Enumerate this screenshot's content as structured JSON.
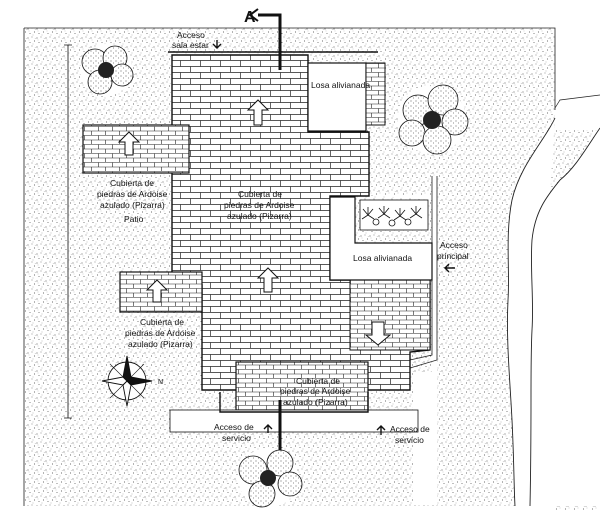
{
  "section_marker": "A",
  "labels": {
    "acceso_sala_line1": "Acceso",
    "acceso_sala_line2": "sala estar",
    "losa_top": "Losa alivianada",
    "losa_mid": "Losa alivianada",
    "acceso_principal_line1": "Acceso",
    "acceso_principal_line2": "principal",
    "patio": "Patio",
    "acceso_servicio_left_line1": "Acceso de",
    "acceso_servicio_left_line2": "servicio",
    "acceso_servicio_right_line1": "Acceso de",
    "acceso_servicio_right_line2": "servicio",
    "roof_left_top": [
      "Cubierta de",
      "piedras de Ardoise",
      "azulado (Pizarra)"
    ],
    "roof_center": [
      "Cubierta de",
      "piedras de Ardoise",
      "azulado (Pizarra)"
    ],
    "roof_left_bottom": [
      "Cubierta de",
      "piedras de Ardoise",
      "azulado (Pizarra)"
    ],
    "roof_bottom": [
      "Cubierta de",
      "piedras de Ardoise",
      "azulado (Pizarra)"
    ],
    "north": "N"
  },
  "colors": {
    "line": "#111111",
    "paper": "#ffffff",
    "texture": "#555555"
  }
}
